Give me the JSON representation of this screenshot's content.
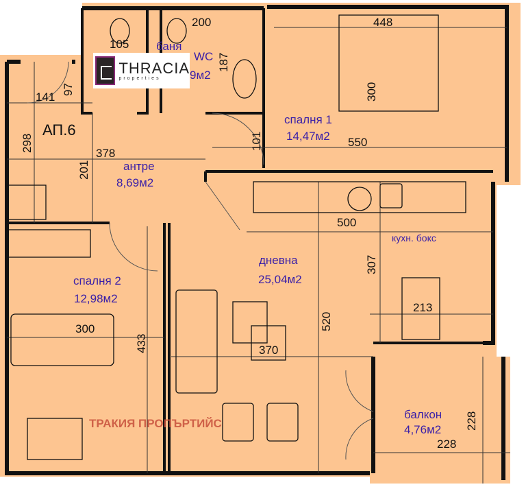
{
  "colors": {
    "floor": "#fdc591",
    "wall": "#111111",
    "room_label": "#3a1fa8",
    "watermark": "#c8503c"
  },
  "logo": {
    "name": "THRACIA",
    "sub": "properties"
  },
  "apartment": "АП.6",
  "watermark": "ТРАКИЯ ПРОПЪРТИЙС",
  "rooms": {
    "bath": {
      "name": "баня"
    },
    "wc": {
      "name": "WC",
      "area": "9м2"
    },
    "bedroom1": {
      "name": "спалня 1",
      "area": "14,47м2"
    },
    "hall": {
      "name": "антре",
      "area": "8,69м2"
    },
    "kitchen": {
      "name": "кухн. бокс"
    },
    "living": {
      "name": "дневна",
      "area": "25,04м2"
    },
    "bedroom2": {
      "name": "спалня 2",
      "area": "12,98м2"
    },
    "balcony": {
      "name": "балкон",
      "area": "4,76м2"
    }
  },
  "dimensions": {
    "wc_w": "105",
    "bath_w": "200",
    "bath_h": "187",
    "bed1_bed": "448",
    "bed1_h": "300",
    "bed1_w": "550",
    "entry_w": "141",
    "entry_d": "97",
    "hall_h": "298",
    "hall_w": "378",
    "hall_h2": "201",
    "door": "101",
    "kitchen_w": "500",
    "kitchen_h": "307",
    "living_h": "520",
    "dining_w": "213",
    "living_w": "370",
    "bed2_w": "300",
    "bed2_h": "433",
    "balcony_h": "228",
    "balcony_w": "228"
  }
}
